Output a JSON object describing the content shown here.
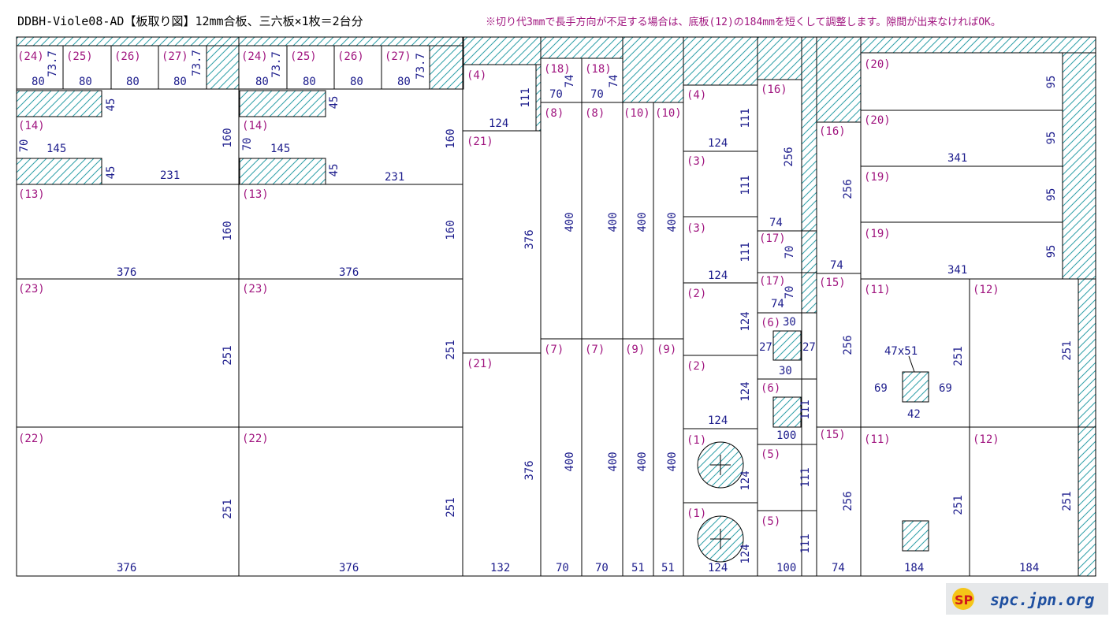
{
  "title": "DDBH-Viole08-AD【板取り図】12mm合板、三六板×1枚＝2台分",
  "note": "※切り代3mmで長手方向が不足する場合は、底板(12)の184mmを短くして調整します。隙間が出来なければOK。",
  "logo": {
    "text": "spc.jpn.org",
    "glyph": "SP"
  },
  "colors": {
    "label": "#a0157f",
    "dimension": "#1c1c8c",
    "hatch": "#2f9fa8",
    "line": "#000000",
    "logo_text": "#1e4fa0"
  },
  "board": {
    "material": "12mm合板",
    "size": "三六板",
    "count": "1枚",
    "yield": "2台分",
    "kerf_mm": 3
  },
  "pieces": [
    {
      "id": "(24)",
      "dims": [
        "80",
        "73.7"
      ]
    },
    {
      "id": "(25)",
      "dims": [
        "80"
      ]
    },
    {
      "id": "(26)",
      "dims": [
        "80"
      ]
    },
    {
      "id": "(27)",
      "dims": [
        "80",
        "73.7"
      ]
    },
    {
      "id": "(14)",
      "dims": [
        "145",
        "70"
      ]
    },
    {
      "id": "(13)",
      "dims": [
        "376",
        "160"
      ]
    },
    {
      "id": "(23)",
      "dims": [
        "251"
      ]
    },
    {
      "id": "(22)",
      "dims": [
        "376",
        "251"
      ]
    },
    {
      "id": "(4)",
      "dims": [
        "124",
        "111"
      ]
    },
    {
      "id": "(21)",
      "dims": [
        "132",
        "376"
      ]
    },
    {
      "id": "(18)",
      "dims": [
        "70",
        "74"
      ]
    },
    {
      "id": "(8)",
      "dims": [
        "400"
      ]
    },
    {
      "id": "(10)",
      "dims": [
        "51",
        "400"
      ]
    },
    {
      "id": "(7)",
      "dims": [
        "70",
        "400"
      ]
    },
    {
      "id": "(9)",
      "dims": [
        "51",
        "400"
      ]
    },
    {
      "id": "(3)",
      "dims": [
        "124",
        "111"
      ]
    },
    {
      "id": "(2)",
      "dims": [
        "124",
        "124"
      ]
    },
    {
      "id": "(1)",
      "dims": [
        "124",
        "124"
      ]
    },
    {
      "id": "(16)",
      "dims": [
        "74",
        "256"
      ]
    },
    {
      "id": "(17)",
      "dims": [
        "74",
        "70"
      ]
    },
    {
      "id": "(6)",
      "dims": [
        "30",
        "27",
        "100",
        "111"
      ]
    },
    {
      "id": "(5)",
      "dims": [
        "100",
        "111"
      ]
    },
    {
      "id": "(15)",
      "dims": [
        "74",
        "256"
      ]
    },
    {
      "id": "(20)",
      "dims": [
        "341",
        "95"
      ]
    },
    {
      "id": "(19)",
      "dims": [
        "341",
        "95"
      ]
    },
    {
      "id": "(11)",
      "dims": [
        "184",
        "251",
        "47x51",
        "69",
        "42"
      ]
    },
    {
      "id": "(12)",
      "dims": [
        "184",
        "251"
      ]
    }
  ],
  "extra_dims": [
    "45",
    "231"
  ],
  "labels": [
    [
      "(24)",
      22,
      76
    ],
    [
      "(25)",
      84,
      76
    ],
    [
      "(26)",
      145,
      76
    ],
    [
      "(27)",
      205,
      76
    ],
    [
      "(24)",
      306,
      76
    ],
    [
      "(25)",
      368,
      76
    ],
    [
      "(26)",
      428,
      76
    ],
    [
      "(27)",
      488,
      76
    ],
    [
      "(14)",
      23,
      164
    ],
    [
      "(14)",
      307,
      164
    ],
    [
      "(13)",
      23,
      251
    ],
    [
      "(13)",
      307,
      251
    ],
    [
      "(23)",
      23,
      371
    ],
    [
      "(23)",
      307,
      371
    ],
    [
      "(22)",
      23,
      561
    ],
    [
      "(22)",
      307,
      561
    ],
    [
      "(4)",
      592,
      100
    ],
    [
      "(21)",
      592,
      184
    ],
    [
      "(21)",
      592,
      466
    ],
    [
      "(18)",
      690,
      92
    ],
    [
      "(18)",
      742,
      92
    ],
    [
      "(8)",
      690,
      148
    ],
    [
      "(8)",
      742,
      148
    ],
    [
      "(10)",
      791,
      148
    ],
    [
      "(10)",
      831,
      148
    ],
    [
      "(7)",
      690,
      448
    ],
    [
      "(7)",
      742,
      448
    ],
    [
      "(9)",
      793,
      448
    ],
    [
      "(9)",
      833,
      448
    ],
    [
      "(4)",
      871,
      125
    ],
    [
      "(3)",
      871,
      209
    ],
    [
      "(3)",
      871,
      294
    ],
    [
      "(2)",
      871,
      377
    ],
    [
      "(2)",
      871,
      469
    ],
    [
      "(1)",
      871,
      563
    ],
    [
      "(1)",
      871,
      656
    ],
    [
      "(16)",
      965,
      118
    ],
    [
      "(16)",
      1039,
      171
    ],
    [
      "(17)",
      963,
      307
    ],
    [
      "(17)",
      963,
      361
    ],
    [
      "(6)",
      965,
      414
    ],
    [
      "(6)",
      965,
      497
    ],
    [
      "(5)",
      965,
      581
    ],
    [
      "(5)",
      965,
      666
    ],
    [
      "(15)",
      1039,
      363
    ],
    [
      "(15)",
      1039,
      556
    ],
    [
      "(20)",
      1096,
      86
    ],
    [
      "(20)",
      1096,
      157
    ],
    [
      "(19)",
      1096,
      229
    ],
    [
      "(19)",
      1096,
      301
    ],
    [
      "(11)",
      1096,
      372
    ],
    [
      "(11)",
      1096,
      562
    ],
    [
      "(12)",
      1234,
      372
    ],
    [
      "(12)",
      1234,
      562
    ]
  ],
  "dims_h": [
    [
      "80",
      40,
      108
    ],
    [
      "80",
      100,
      108
    ],
    [
      "80",
      160,
      108
    ],
    [
      "80",
      220,
      108
    ],
    [
      "80",
      324,
      108
    ],
    [
      "80",
      384,
      108
    ],
    [
      "80",
      444,
      108
    ],
    [
      "80",
      504,
      108
    ],
    [
      "145",
      59,
      193
    ],
    [
      "231",
      203,
      227
    ],
    [
      "145",
      343,
      193
    ],
    [
      "231",
      488,
      229
    ],
    [
      "376",
      148,
      350
    ],
    [
      "376",
      430,
      350
    ],
    [
      "376",
      148,
      725
    ],
    [
      "376",
      430,
      725
    ],
    [
      "124",
      620,
      161
    ],
    [
      "132",
      622,
      725
    ],
    [
      "70",
      697,
      124
    ],
    [
      "70",
      749,
      124
    ],
    [
      "70",
      705,
      725
    ],
    [
      "70",
      755,
      725
    ],
    [
      "51",
      801,
      725
    ],
    [
      "51",
      839,
      725
    ],
    [
      "124",
      898,
      186
    ],
    [
      "124",
      898,
      354
    ],
    [
      "124",
      898,
      538
    ],
    [
      "124",
      898,
      725
    ],
    [
      "74",
      976,
      287
    ],
    [
      "74",
      978,
      390
    ],
    [
      "30",
      993,
      413
    ],
    [
      "30",
      988,
      475
    ],
    [
      "27",
      963,
      445
    ],
    [
      "27",
      1018,
      445
    ],
    [
      "100",
      985,
      557
    ],
    [
      "100",
      985,
      725
    ],
    [
      "74",
      1053,
      341
    ],
    [
      "74",
      1055,
      725
    ],
    [
      "341",
      1202,
      205
    ],
    [
      "341",
      1202,
      347
    ],
    [
      "47x51",
      1122,
      450
    ],
    [
      "69",
      1109,
      497
    ],
    [
      "69",
      1191,
      497
    ],
    [
      "42",
      1151,
      530
    ],
    [
      "184",
      1147,
      725
    ],
    [
      "184",
      1293,
      725
    ]
  ],
  "dims_v": [
    [
      "73.7",
      71,
      81
    ],
    [
      "73.7",
      254,
      80
    ],
    [
      "73.7",
      355,
      82
    ],
    [
      "73.7",
      538,
      84
    ],
    [
      "45",
      145,
      133
    ],
    [
      "45",
      145,
      219
    ],
    [
      "45",
      428,
      130
    ],
    [
      "45",
      428,
      216
    ],
    [
      "70",
      35,
      185
    ],
    [
      "70",
      318,
      183
    ],
    [
      "160",
      293,
      175
    ],
    [
      "160",
      576,
      176
    ],
    [
      "160",
      293,
      293
    ],
    [
      "160",
      576,
      292
    ],
    [
      "251",
      293,
      451
    ],
    [
      "251",
      576,
      444
    ],
    [
      "251",
      293,
      646
    ],
    [
      "251",
      576,
      644
    ],
    [
      "111",
      671,
      124
    ],
    [
      "376",
      676,
      304
    ],
    [
      "376",
      676,
      597
    ],
    [
      "74",
      727,
      103
    ],
    [
      "74",
      783,
      103
    ],
    [
      "400",
      727,
      282
    ],
    [
      "400",
      782,
      282
    ],
    [
      "400",
      819,
      282
    ],
    [
      "400",
      857,
      282
    ],
    [
      "400",
      727,
      586
    ],
    [
      "400",
      782,
      586
    ],
    [
      "400",
      819,
      586
    ],
    [
      "400",
      857,
      586
    ],
    [
      "111",
      950,
      150
    ],
    [
      "111",
      950,
      235
    ],
    [
      "111",
      950,
      320
    ],
    [
      "124",
      950,
      408
    ],
    [
      "124",
      950,
      497
    ],
    [
      "124",
      950,
      610
    ],
    [
      "124",
      950,
      703
    ],
    [
      "256",
      1005,
      199
    ],
    [
      "256",
      1080,
      240
    ],
    [
      "70",
      1006,
      320
    ],
    [
      "70",
      1006,
      371
    ],
    [
      "111",
      1026,
      520
    ],
    [
      "111",
      1026,
      606
    ],
    [
      "111",
      1026,
      690
    ],
    [
      "256",
      1080,
      438
    ],
    [
      "256",
      1080,
      636
    ],
    [
      "95",
      1338,
      104
    ],
    [
      "95",
      1338,
      175
    ],
    [
      "95",
      1338,
      247
    ],
    [
      "95",
      1338,
      319
    ],
    [
      "251",
      1220,
      452
    ],
    [
      "251",
      1220,
      641
    ],
    [
      "251",
      1358,
      445
    ],
    [
      "251",
      1358,
      636
    ]
  ]
}
